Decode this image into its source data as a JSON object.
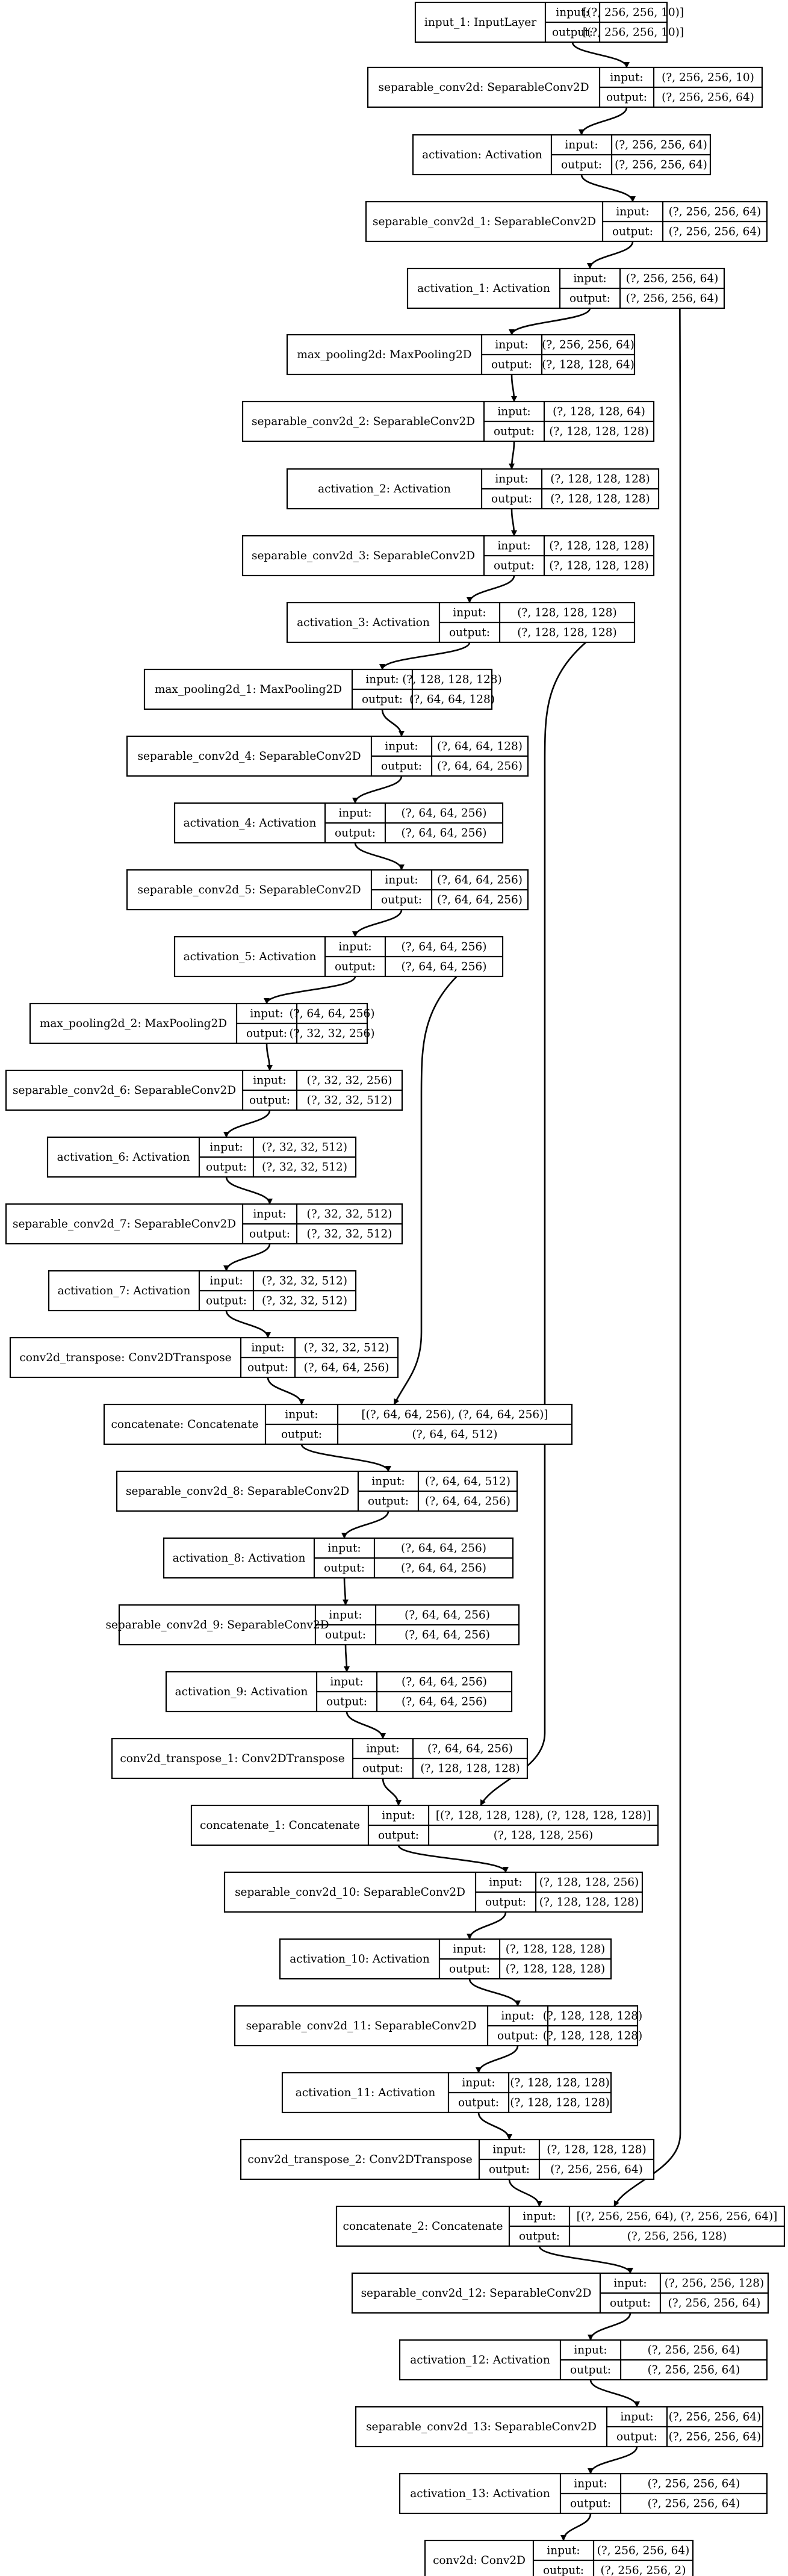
{
  "port_labels": {
    "input": "input:",
    "output": "output:"
  },
  "nodes": [
    {
      "id": "n0",
      "label": "input_1: InputLayer",
      "input": "[(?, 256, 256, 10)]",
      "output": "[(?, 256, 256, 10)]"
    },
    {
      "id": "n1",
      "label": "separable_conv2d: SeparableConv2D",
      "input": "(?, 256, 256, 10)",
      "output": "(?, 256, 256, 64)"
    },
    {
      "id": "n2",
      "label": "activation: Activation",
      "input": "(?, 256, 256, 64)",
      "output": "(?, 256, 256, 64)"
    },
    {
      "id": "n3",
      "label": "separable_conv2d_1: SeparableConv2D",
      "input": "(?, 256, 256, 64)",
      "output": "(?, 256, 256, 64)"
    },
    {
      "id": "n4",
      "label": "activation_1: Activation",
      "input": "(?, 256, 256, 64)",
      "output": "(?, 256, 256, 64)"
    },
    {
      "id": "n5",
      "label": "max_pooling2d: MaxPooling2D",
      "input": "(?, 256, 256, 64)",
      "output": "(?, 128, 128, 64)"
    },
    {
      "id": "n6",
      "label": "separable_conv2d_2: SeparableConv2D",
      "input": "(?, 128, 128, 64)",
      "output": "(?, 128, 128, 128)"
    },
    {
      "id": "n7",
      "label": "activation_2: Activation",
      "input": "(?, 128, 128, 128)",
      "output": "(?, 128, 128, 128)"
    },
    {
      "id": "n8",
      "label": "separable_conv2d_3: SeparableConv2D",
      "input": "(?, 128, 128, 128)",
      "output": "(?, 128, 128, 128)"
    },
    {
      "id": "n9",
      "label": "activation_3: Activation",
      "input": "(?, 128, 128, 128)",
      "output": "(?, 128, 128, 128)"
    },
    {
      "id": "n10",
      "label": "max_pooling2d_1: MaxPooling2D",
      "input": "(?, 128, 128, 128)",
      "output": "(?, 64, 64, 128)"
    },
    {
      "id": "n11",
      "label": "separable_conv2d_4: SeparableConv2D",
      "input": "(?, 64, 64, 128)",
      "output": "(?, 64, 64, 256)"
    },
    {
      "id": "n12",
      "label": "activation_4: Activation",
      "input": "(?, 64, 64, 256)",
      "output": "(?, 64, 64, 256)"
    },
    {
      "id": "n13",
      "label": "separable_conv2d_5: SeparableConv2D",
      "input": "(?, 64, 64, 256)",
      "output": "(?, 64, 64, 256)"
    },
    {
      "id": "n14",
      "label": "activation_5: Activation",
      "input": "(?, 64, 64, 256)",
      "output": "(?, 64, 64, 256)"
    },
    {
      "id": "n15",
      "label": "max_pooling2d_2: MaxPooling2D",
      "input": "(?, 64, 64, 256)",
      "output": "(?, 32, 32, 256)"
    },
    {
      "id": "n16",
      "label": "separable_conv2d_6: SeparableConv2D",
      "input": "(?, 32, 32, 256)",
      "output": "(?, 32, 32, 512)"
    },
    {
      "id": "n17",
      "label": "activation_6: Activation",
      "input": "(?, 32, 32, 512)",
      "output": "(?, 32, 32, 512)"
    },
    {
      "id": "n18",
      "label": "separable_conv2d_7: SeparableConv2D",
      "input": "(?, 32, 32, 512)",
      "output": "(?, 32, 32, 512)"
    },
    {
      "id": "n19",
      "label": "activation_7: Activation",
      "input": "(?, 32, 32, 512)",
      "output": "(?, 32, 32, 512)"
    },
    {
      "id": "n20",
      "label": "conv2d_transpose: Conv2DTranspose",
      "input": "(?, 32, 32, 512)",
      "output": "(?, 64, 64, 256)"
    },
    {
      "id": "n21",
      "label": "concatenate: Concatenate",
      "input": "[(?, 64, 64, 256), (?, 64, 64, 256)]",
      "output": "(?, 64, 64, 512)"
    },
    {
      "id": "n22",
      "label": "separable_conv2d_8: SeparableConv2D",
      "input": "(?, 64, 64, 512)",
      "output": "(?, 64, 64, 256)"
    },
    {
      "id": "n23",
      "label": "activation_8: Activation",
      "input": "(?, 64, 64, 256)",
      "output": "(?, 64, 64, 256)"
    },
    {
      "id": "n24",
      "label": "separable_conv2d_9: SeparableConv2D",
      "input": "(?, 64, 64, 256)",
      "output": "(?, 64, 64, 256)"
    },
    {
      "id": "n25",
      "label": "activation_9: Activation",
      "input": "(?, 64, 64, 256)",
      "output": "(?, 64, 64, 256)"
    },
    {
      "id": "n26",
      "label": "conv2d_transpose_1: Conv2DTranspose",
      "input": "(?, 64, 64, 256)",
      "output": "(?, 128, 128, 128)"
    },
    {
      "id": "n27",
      "label": "concatenate_1: Concatenate",
      "input": "[(?, 128, 128, 128), (?, 128, 128, 128)]",
      "output": "(?, 128, 128, 256)"
    },
    {
      "id": "n28",
      "label": "separable_conv2d_10: SeparableConv2D",
      "input": "(?, 128, 128, 256)",
      "output": "(?, 128, 128, 128)"
    },
    {
      "id": "n29",
      "label": "activation_10: Activation",
      "input": "(?, 128, 128, 128)",
      "output": "(?, 128, 128, 128)"
    },
    {
      "id": "n30",
      "label": "separable_conv2d_11: SeparableConv2D",
      "input": "(?, 128, 128, 128)",
      "output": "(?, 128, 128, 128)"
    },
    {
      "id": "n31",
      "label": "activation_11: Activation",
      "input": "(?, 128, 128, 128)",
      "output": "(?, 128, 128, 128)"
    },
    {
      "id": "n32",
      "label": "conv2d_transpose_2: Conv2DTranspose",
      "input": "(?, 128, 128, 128)",
      "output": "(?, 256, 256, 64)"
    },
    {
      "id": "n33",
      "label": "concatenate_2: Concatenate",
      "input": "[(?, 256, 256, 64), (?, 256, 256, 64)]",
      "output": "(?, 256, 256, 128)"
    },
    {
      "id": "n34",
      "label": "separable_conv2d_12: SeparableConv2D",
      "input": "(?, 256, 256, 128)",
      "output": "(?, 256, 256, 64)"
    },
    {
      "id": "n35",
      "label": "activation_12: Activation",
      "input": "(?, 256, 256, 64)",
      "output": "(?, 256, 256, 64)"
    },
    {
      "id": "n36",
      "label": "separable_conv2d_13: SeparableConv2D",
      "input": "(?, 256, 256, 64)",
      "output": "(?, 256, 256, 64)"
    },
    {
      "id": "n37",
      "label": "activation_13: Activation",
      "input": "(?, 256, 256, 64)",
      "output": "(?, 256, 256, 64)"
    },
    {
      "id": "n38",
      "label": "conv2d: Conv2D",
      "input": "(?, 256, 256, 64)",
      "output": "(?, 256, 256, 2)"
    }
  ],
  "edges": [
    [
      "n0",
      "n1"
    ],
    [
      "n1",
      "n2"
    ],
    [
      "n2",
      "n3"
    ],
    [
      "n3",
      "n4"
    ],
    [
      "n4",
      "n5"
    ],
    [
      "n5",
      "n6"
    ],
    [
      "n6",
      "n7"
    ],
    [
      "n7",
      "n8"
    ],
    [
      "n8",
      "n9"
    ],
    [
      "n9",
      "n10"
    ],
    [
      "n10",
      "n11"
    ],
    [
      "n11",
      "n12"
    ],
    [
      "n12",
      "n13"
    ],
    [
      "n13",
      "n14"
    ],
    [
      "n14",
      "n15"
    ],
    [
      "n15",
      "n16"
    ],
    [
      "n16",
      "n17"
    ],
    [
      "n17",
      "n18"
    ],
    [
      "n18",
      "n19"
    ],
    [
      "n19",
      "n20"
    ],
    [
      "n20",
      "n21"
    ],
    [
      "n14",
      "n21"
    ],
    [
      "n21",
      "n22"
    ],
    [
      "n22",
      "n23"
    ],
    [
      "n23",
      "n24"
    ],
    [
      "n24",
      "n25"
    ],
    [
      "n25",
      "n26"
    ],
    [
      "n26",
      "n27"
    ],
    [
      "n9",
      "n27"
    ],
    [
      "n27",
      "n28"
    ],
    [
      "n28",
      "n29"
    ],
    [
      "n29",
      "n30"
    ],
    [
      "n30",
      "n31"
    ],
    [
      "n31",
      "n32"
    ],
    [
      "n32",
      "n33"
    ],
    [
      "n4",
      "n33"
    ],
    [
      "n33",
      "n34"
    ],
    [
      "n34",
      "n35"
    ],
    [
      "n35",
      "n36"
    ],
    [
      "n36",
      "n37"
    ],
    [
      "n37",
      "n38"
    ]
  ]
}
